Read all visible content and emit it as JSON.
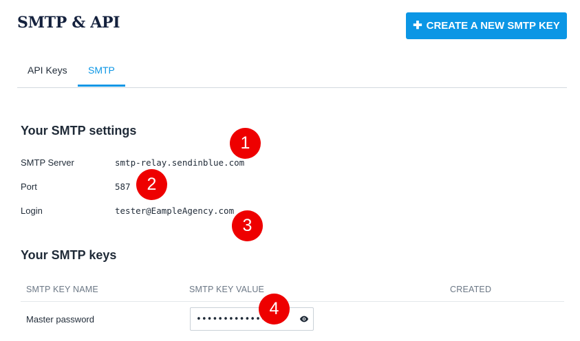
{
  "header": {
    "title": "SMTP & API",
    "create_button_icon": "plus-icon",
    "create_button_label": "CREATE A NEW SMTP KEY"
  },
  "tabs": [
    {
      "label": "API Keys",
      "active": false
    },
    {
      "label": "SMTP",
      "active": true
    }
  ],
  "smtp_settings": {
    "title": "Your SMTP settings",
    "rows": [
      {
        "label": "SMTP Server",
        "value": "smtp-relay.sendinblue.com"
      },
      {
        "label": "Port",
        "value": "587"
      },
      {
        "label": "Login",
        "value": "tester@EampleAgency.com"
      }
    ]
  },
  "smtp_keys": {
    "title": "Your SMTP keys",
    "columns": [
      "SMTP KEY NAME",
      "SMTP KEY VALUE",
      "CREATED"
    ],
    "rows": [
      {
        "name": "Master password",
        "value": "•••••••••••••••",
        "created": ""
      }
    ]
  },
  "annotations": [
    "1",
    "2",
    "3",
    "4"
  ],
  "colors": {
    "accent": "#0b96e5",
    "badge": "#ee0000",
    "title": "#14213d"
  }
}
